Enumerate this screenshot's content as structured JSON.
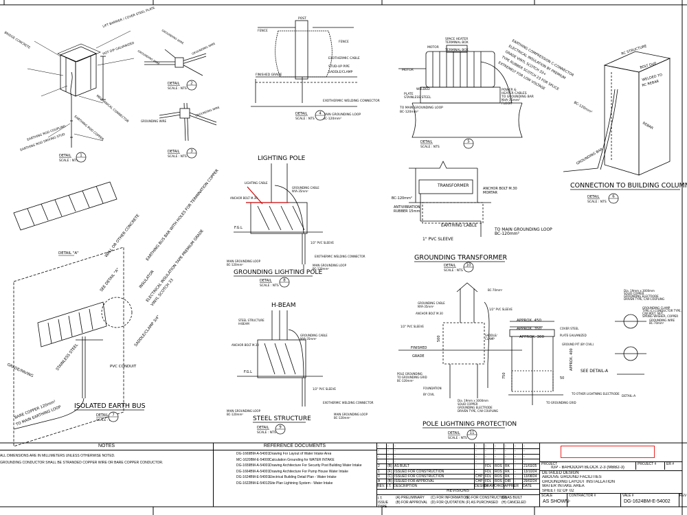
{
  "details": {
    "d1": {
      "title": "DETAIL",
      "scale": "SCALE : NTS",
      "num": "1",
      "labels": [
        "BRIDGE CONCRETE",
        "LIFT BARRIER / COVER STEEL PLATE",
        "HOT DIP GALVANIZED",
        "EARTHING ROD COUPLING",
        "EARTHING ROD DRIVING STUD",
        "EARTHING ROD COPPER",
        "MECHANICAL CONNECTOR"
      ]
    },
    "d2": {
      "title": "DETAIL",
      "scale": "SCALE : NTS",
      "num": "2",
      "labels": [
        "GROUNDING WIRE",
        "GROUNDING WIRE",
        "GROUNDING WIRE"
      ]
    },
    "d3": {
      "title": "DETAIL",
      "scale": "SCALE : NTS",
      "num": "3",
      "labels": [
        "GROUNDING WIRE",
        "GROUNDING WIRE"
      ]
    },
    "d4": {
      "title": "DETAIL",
      "scale": "SCALE : NTS",
      "num": "4",
      "labels": [
        "POST",
        "FENCE",
        "FENCE",
        "EXOTHERMIC CABLE",
        "STUD-UP PIPE",
        "SADDLE/CLAMP",
        "FINISHED GRADE",
        "EXOTHERMIC WELDING CONNECTOR",
        "MAIN GROUNDING LOOP",
        "BC-120mm²"
      ]
    },
    "d5": {
      "title": "DETAIL",
      "scale": "SCALE : NTS",
      "num": "5",
      "labels": [
        "SPACE HEATER",
        "TERMINAL BOX",
        "MOTOR",
        "TERMINAL BOX",
        "MOTOR",
        "WELDED",
        "PLATE",
        "STAINLESS STEEL",
        "TO MAIN GROUNDING LOOP",
        "BC-120mm²",
        "POWER &",
        "HEATER CABLES",
        "TO GROUNDING BAR",
        "NVA-35mm²",
        "FLOOR"
      ]
    },
    "d6": {
      "title": "DETAIL",
      "scale": "SCALE : NTS",
      "num": "6",
      "heading": "CONNECTION TO BUILDING COLUMN",
      "labels": [
        "RC STRUCTURE",
        "EARTHING COMPRESSION C-CONNECTOR",
        "ELECTRICAL INSULATION BY PREMIUM",
        "GRADE VINYL SCOTCH 33+",
        "TYPE RUBBER SCOTCH 23 FOR SPLICE",
        "EXTREMELY FOR LOW VOLTAGE",
        "BOLT DUP",
        "WELDED TO",
        "RC REBAR",
        "BC-120mm²",
        "REBAR",
        "GROUNDING BAR"
      ]
    },
    "d7": {
      "title": "DETAIL",
      "scale": "SCALE : NTS",
      "num": "7",
      "heading": "ISOLATED EARTH BUS",
      "labels": [
        "DETAIL \"A\"",
        "WALL OR OTHER CONCRETE",
        "SEE DETAIL \"A\"",
        "EARTHING BUS BAR WITH HOLES FOR TERMINATION COPPER",
        "INSULATOR",
        "ELECTRICAL INSULATION TAPE PREMIUM GRADE",
        "VINYL SCOTCH 33",
        "SADDLE/CLAMP 3/4\"",
        "STAINLESS STEEL",
        "PVC CONDUIT",
        "GRADE/PAVING",
        "BARE COPPER 120mm²",
        "TO MAIN EARTHING LOOP"
      ]
    },
    "d8": {
      "title": "DETAIL",
      "scale": "SCALE : NTS",
      "num": "8",
      "top": "LIGHTING POLE",
      "heading": "GROUNDING LIGHTING POLE",
      "labels": [
        "LIGHTING CABLE",
        "GROUNDING CABLE",
        "NYA-35mm²",
        "ANCHOR BOLT M.30",
        "F.G.L",
        "1/2\" PVC SLEEVE",
        "EXOTHERMIC WELDING CONNECTOR",
        "MAIN GROUNDING LOOP",
        "BC-120mm²",
        "MAIN GROUNDING LOOP",
        "BC-120mm²"
      ]
    },
    "d9": {
      "title": "DETAIL",
      "scale": "SCALE : NTS",
      "num": "9",
      "top": "H-BEAM",
      "heading": "STEEL STRUCTURE",
      "labels": [
        "STEEL STRUCTURE",
        "H-BEAM",
        "GROUNDING CABLE",
        "NYA-35mm²",
        "ANCHOR BOLT M.30",
        "F.G.L",
        "1/2\" PVC SLEEVE",
        "EXOTHERMIC WELDING CONNECTOR",
        "MAIN GROUNDING LOOP",
        "BC-120mm²",
        "MAIN GROUNDING LOOP",
        "BC-120mm²"
      ]
    },
    "d10": {
      "title": "DETAIL",
      "scale": "SCALE : NTS",
      "num": "10",
      "heading": "GROUNDING TRANSFORMER",
      "labels": [
        "TRANSFORMER",
        "ANCHOR BOLT M.30",
        "MORTAR",
        "BC-120mm²",
        "ANTIVIBRATION",
        "RUBBER 15mm",
        "EARTHING CABLE",
        "TO MAIN GROUNDING LOOP",
        "BC-120mm²",
        "1\" PVC SLEEVE"
      ]
    },
    "d11": {
      "title": "DETAIL",
      "scale": "SCALE : NTS",
      "num": "11",
      "heading": "POLE LIGHTNING PROTECTION",
      "labels": [
        "BC-70mm²",
        "GROUNDING CABLE",
        "NYA-35mm²",
        "ANCHOR BOLT M.30",
        "1/2\" PVC SLEEVE",
        "1/2\" PVC SLEEVE",
        "SADDLE/",
        "CLAMP",
        "FINISHED",
        "GRADE",
        "POLE GROUNDING",
        "TO GROUNDING GRID",
        "BC-120mm²",
        "FOUNDATION",
        "BY CIVIL",
        "Dia. 19mm x 3000mm",
        "SOLID COPPER",
        "GROUNDING ELECTRODE",
        "DRIVEN TYPE, C/W COUPLING",
        "APPROX. 450",
        "APPROX. 350",
        "APPROX. 300",
        "COVER STEEL",
        "PLATE GALVANIZED",
        "GROUND PIT (BY CIVIL)",
        "APPROX. 400",
        "SEE DETAIL-A",
        "50",
        "750",
        "500",
        "TO OTHER LIGHTNING ELECTRODE",
        "TO GROUNDING GRID",
        "DETAIL-A",
        "Dia. 19mm x 3000mm",
        "SOLID COPPER",
        "GROUNDING ELECTRODE",
        "DRIVEN TYPE, C/W COUPLING",
        "GROUNDING CLAMP",
        "TYPE (C) CONDUCTOR TYPE,",
        "C/W BOLT, NUT,",
        "SPRING WASHER, COPPER",
        "GROUNDING WIRE",
        "BC-70mm²"
      ]
    }
  },
  "notes": {
    "heading": "NOTES",
    "items": [
      "ALL DIMENSIONS ARE IN MILLIMETERS UNLESS OTHERWISE NOTED.",
      "GROUNDING CONDUCTOR SHALL BE STRANDED COPPER WIRE OR BARE COPPER CONDUCTOR."
    ]
  },
  "references": {
    "heading": "REFERENCE DOCUMENTS",
    "items": [
      {
        "code": "DG-1669BM-A-54001",
        "desc": "Drawing For Layout of Water Intake Area"
      },
      {
        "code": "MC-1620BM-E-54000",
        "desc": "Calculation Grounding for WATER INTAKE"
      },
      {
        "code": "DG-1659BM-A-54001",
        "desc": "Drawing Architecture For Security Post Building Water Intake"
      },
      {
        "code": "DG-1664BM-A-54001",
        "desc": "Drawing Architecture For Pump House Water Intake"
      },
      {
        "code": "DG-1624BM-E-54001",
        "desc": "Electrical Building Detail Plan - Water Intake"
      },
      {
        "code": "DG-1622BM-E-54012",
        "desc": "Site Plan Lightning System - Water Intake"
      }
    ]
  },
  "revisions": {
    "heading": "REVISIONS",
    "cols": [
      "REV.",
      "I.T.",
      "DESCRIPTION",
      "DESIGN",
      "DRAW",
      "CHKD.",
      "APPR.",
      "ER",
      "DATE"
    ],
    "rows": [
      [
        "-",
        "-",
        "-",
        "-",
        "-",
        "-",
        "-",
        "-",
        "-"
      ],
      [
        "-",
        "-",
        "-",
        "-",
        "-",
        "-",
        "-",
        "-",
        "-"
      ],
      [
        "-",
        "-",
        "-",
        "-",
        "-",
        "-",
        "-",
        "-",
        "-"
      ],
      [
        "-",
        "-",
        "-",
        "-",
        "-",
        "-",
        "-",
        "-",
        "-"
      ],
      [
        "2",
        "(B)",
        "AS BUILT",
        "-",
        "FDL",
        "ROS",
        "RK",
        "-",
        "21/03/25"
      ],
      [
        "1",
        "(F)",
        "ISSUED FOR CONSTRUCTION",
        "-",
        "FDL",
        "ROS",
        "RK",
        "-",
        "13/10/24"
      ],
      [
        "0",
        "(C)",
        "ISSUED FOR CONSTRUCTION",
        "CHP",
        "FDL",
        "ROS",
        "RK",
        "-",
        "13/08/24"
      ],
      [
        "A",
        "(B)",
        "ISSUED FOR APPROVAL",
        "CHP",
        "FDL",
        "ROS",
        "DIR",
        "-",
        "29/02/24"
      ]
    ],
    "legend_label": "I.T. ISSUE TYPE",
    "legend": [
      "(A) PRELIMINARY",
      "(B) FOR APPROVAL",
      "(C) FOR INFORMATION",
      "(D) FOR QUOTATION",
      "(E) FOR CONSTRUCTION",
      "(F) AS PURCHASED",
      "(G) AS BUILT",
      "(H) CANCELED"
    ]
  },
  "title_block": {
    "project_label": "PROJECT",
    "project": "IGP - BAHODOPI BLOCK 2-3 (MBB2-3)",
    "project_no_label": "PROJECT #",
    "er_label": "ER #",
    "title_lines": [
      "DETAILED DESIGN",
      "ABOUVE GROUND FACILITIES",
      "GROUNDING LAYOUT INSTALLATION",
      "WATER INTAKE AREA",
      "SHEET 02 OF 02"
    ],
    "scale_label": "SCALE",
    "scale": "AS SHOWN",
    "contractor_label": "CONTRACTOR #",
    "contractor": "-",
    "vale_label": "VALE #",
    "drawing_no": "DG-1624BM-E-54002",
    "rev_label": "REV"
  }
}
